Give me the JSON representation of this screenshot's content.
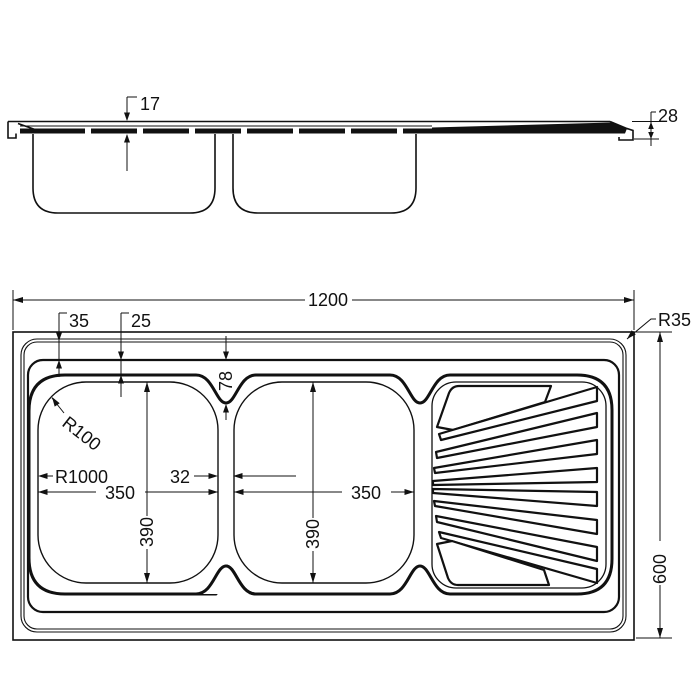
{
  "drawing": {
    "labels": {
      "d17": "17",
      "d28": "28",
      "d1200": "1200",
      "d35": "35",
      "d25": "25",
      "r35": "R35",
      "r100": "R100",
      "r1000": "R1000",
      "d32": "32",
      "d78": "78",
      "d350_left": "350",
      "d350_right": "350",
      "d390_left": "390",
      "d390_right": "390",
      "d600": "600"
    },
    "colors": {
      "line": "#111111",
      "background": "#ffffff"
    },
    "views": {
      "top": "side-elevation",
      "bottom": "plan-view"
    }
  }
}
